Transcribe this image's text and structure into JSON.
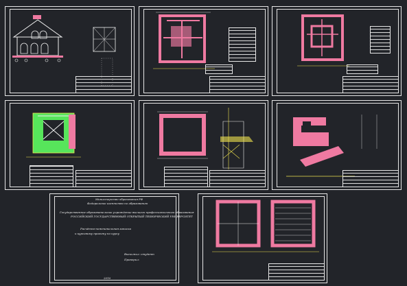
{
  "window": {
    "title": ""
  },
  "colors": {
    "background": "#222429",
    "frame": "#e8e8e8",
    "walls": "#ef7aa1",
    "green": "#57e55b",
    "yellow": "#f1e44f"
  },
  "cover": {
    "lines": [
      "Министерство образования РФ",
      "Федеральное агентство по образованию",
      "Государственное образовательное учреждение высшего профессионального образования",
      "РОССИЙСКИЙ ГОСУДАРСТВЕННЫЙ ОТКРЫТЫЙ ТЕХНИЧЕСКИЙ УНИВЕРСИТЕТ",
      "Расчётно-пояснительная записка",
      "к курсовому проекту по курсу",
      "Выполнил: студент",
      "Проверил:",
      "2010"
    ]
  }
}
